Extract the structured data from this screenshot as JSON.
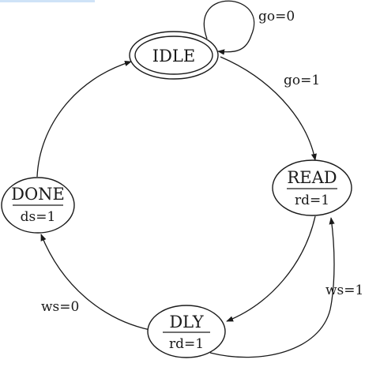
{
  "states": {
    "idle": {
      "name": "IDLE",
      "output": ""
    },
    "read": {
      "name": "READ",
      "output": "rd=1"
    },
    "dly": {
      "name": "DLY",
      "output": "rd=1"
    },
    "done": {
      "name": "DONE",
      "output": "ds=1"
    }
  },
  "transitions": {
    "idle_self": {
      "label": "go=0"
    },
    "idle_read": {
      "label": "go=1"
    },
    "dly_read": {
      "label": "ws=1"
    },
    "dly_done": {
      "label": "ws=0"
    }
  },
  "colors": {
    "ink": "#1a1a1a",
    "background": "#ffffff",
    "corner_accent": "#cfe3f7"
  }
}
